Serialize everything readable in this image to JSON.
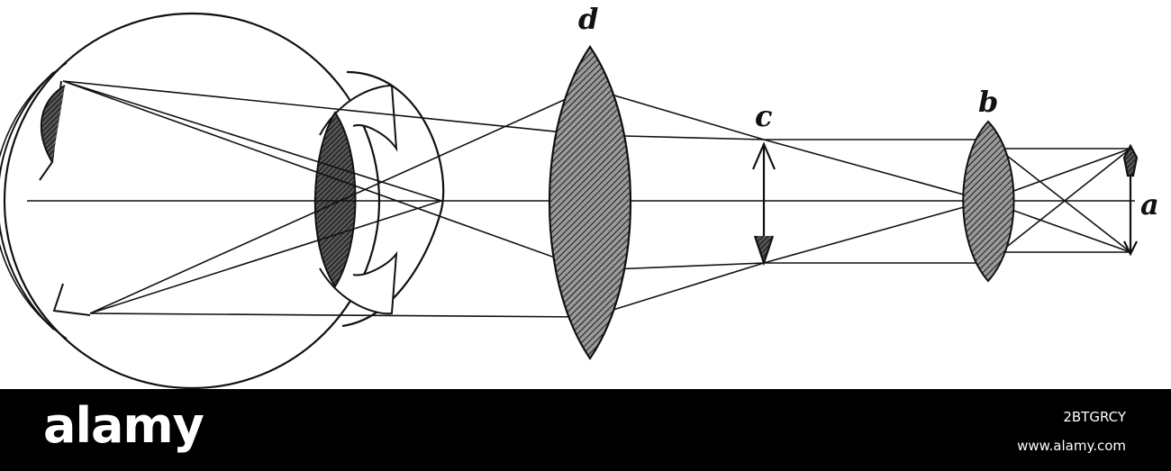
{
  "diagram": {
    "labels": {
      "a": "a",
      "b": "b",
      "c": "c",
      "d": "d"
    }
  },
  "footer": {
    "brand": "alamy",
    "image_id": "2BTGRCY",
    "site": "www.alamy.com"
  },
  "colors": {
    "ink": "#111111",
    "lens_fill": "#6f6f6f",
    "footer_bg": "#000000",
    "footer_text": "#ffffff"
  }
}
